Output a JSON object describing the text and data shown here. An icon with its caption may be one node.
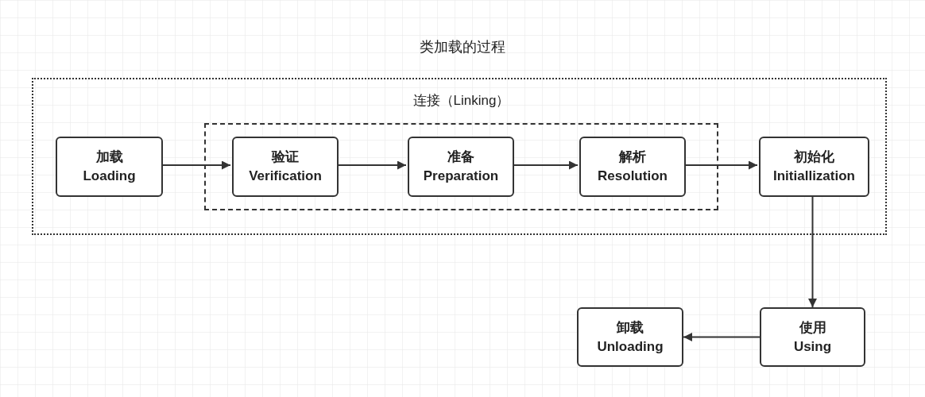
{
  "diagram": {
    "title": "类加载的过程",
    "nodes": [
      {
        "text": [],
        "shape": "box"
      },
      {
        "text": [
          "加载",
          "Loading"
        ],
        "in": 0
      },
      {
        "text": [
          "连接（Linking）"
        ],
        "in": 0
      },
      {
        "text": [
          "验证",
          "Verification"
        ],
        "in": 2
      },
      {
        "text": [
          "准备",
          "Preparation"
        ],
        "in": 2
      },
      {
        "text": [
          "解析",
          "Resolution"
        ],
        "in": 2
      },
      {
        "text": [
          "初始化",
          "Initiallization"
        ],
        "in": 0
      },
      {
        "text": [
          "使用",
          "Using"
        ]
      },
      {
        "text": [
          "卸载",
          "Unloading"
        ]
      }
    ],
    "edges": [
      {
        "from": 1,
        "to": 3,
        "arrow": "to"
      },
      {
        "from": 3,
        "to": 4,
        "arrow": "to"
      },
      {
        "from": 4,
        "to": 5,
        "arrow": "to"
      },
      {
        "from": 5,
        "to": 6,
        "arrow": "to"
      },
      {
        "from": 6,
        "to": 7,
        "arrow": "to"
      },
      {
        "from": 7,
        "to": 8,
        "arrow": "to"
      }
    ]
  }
}
